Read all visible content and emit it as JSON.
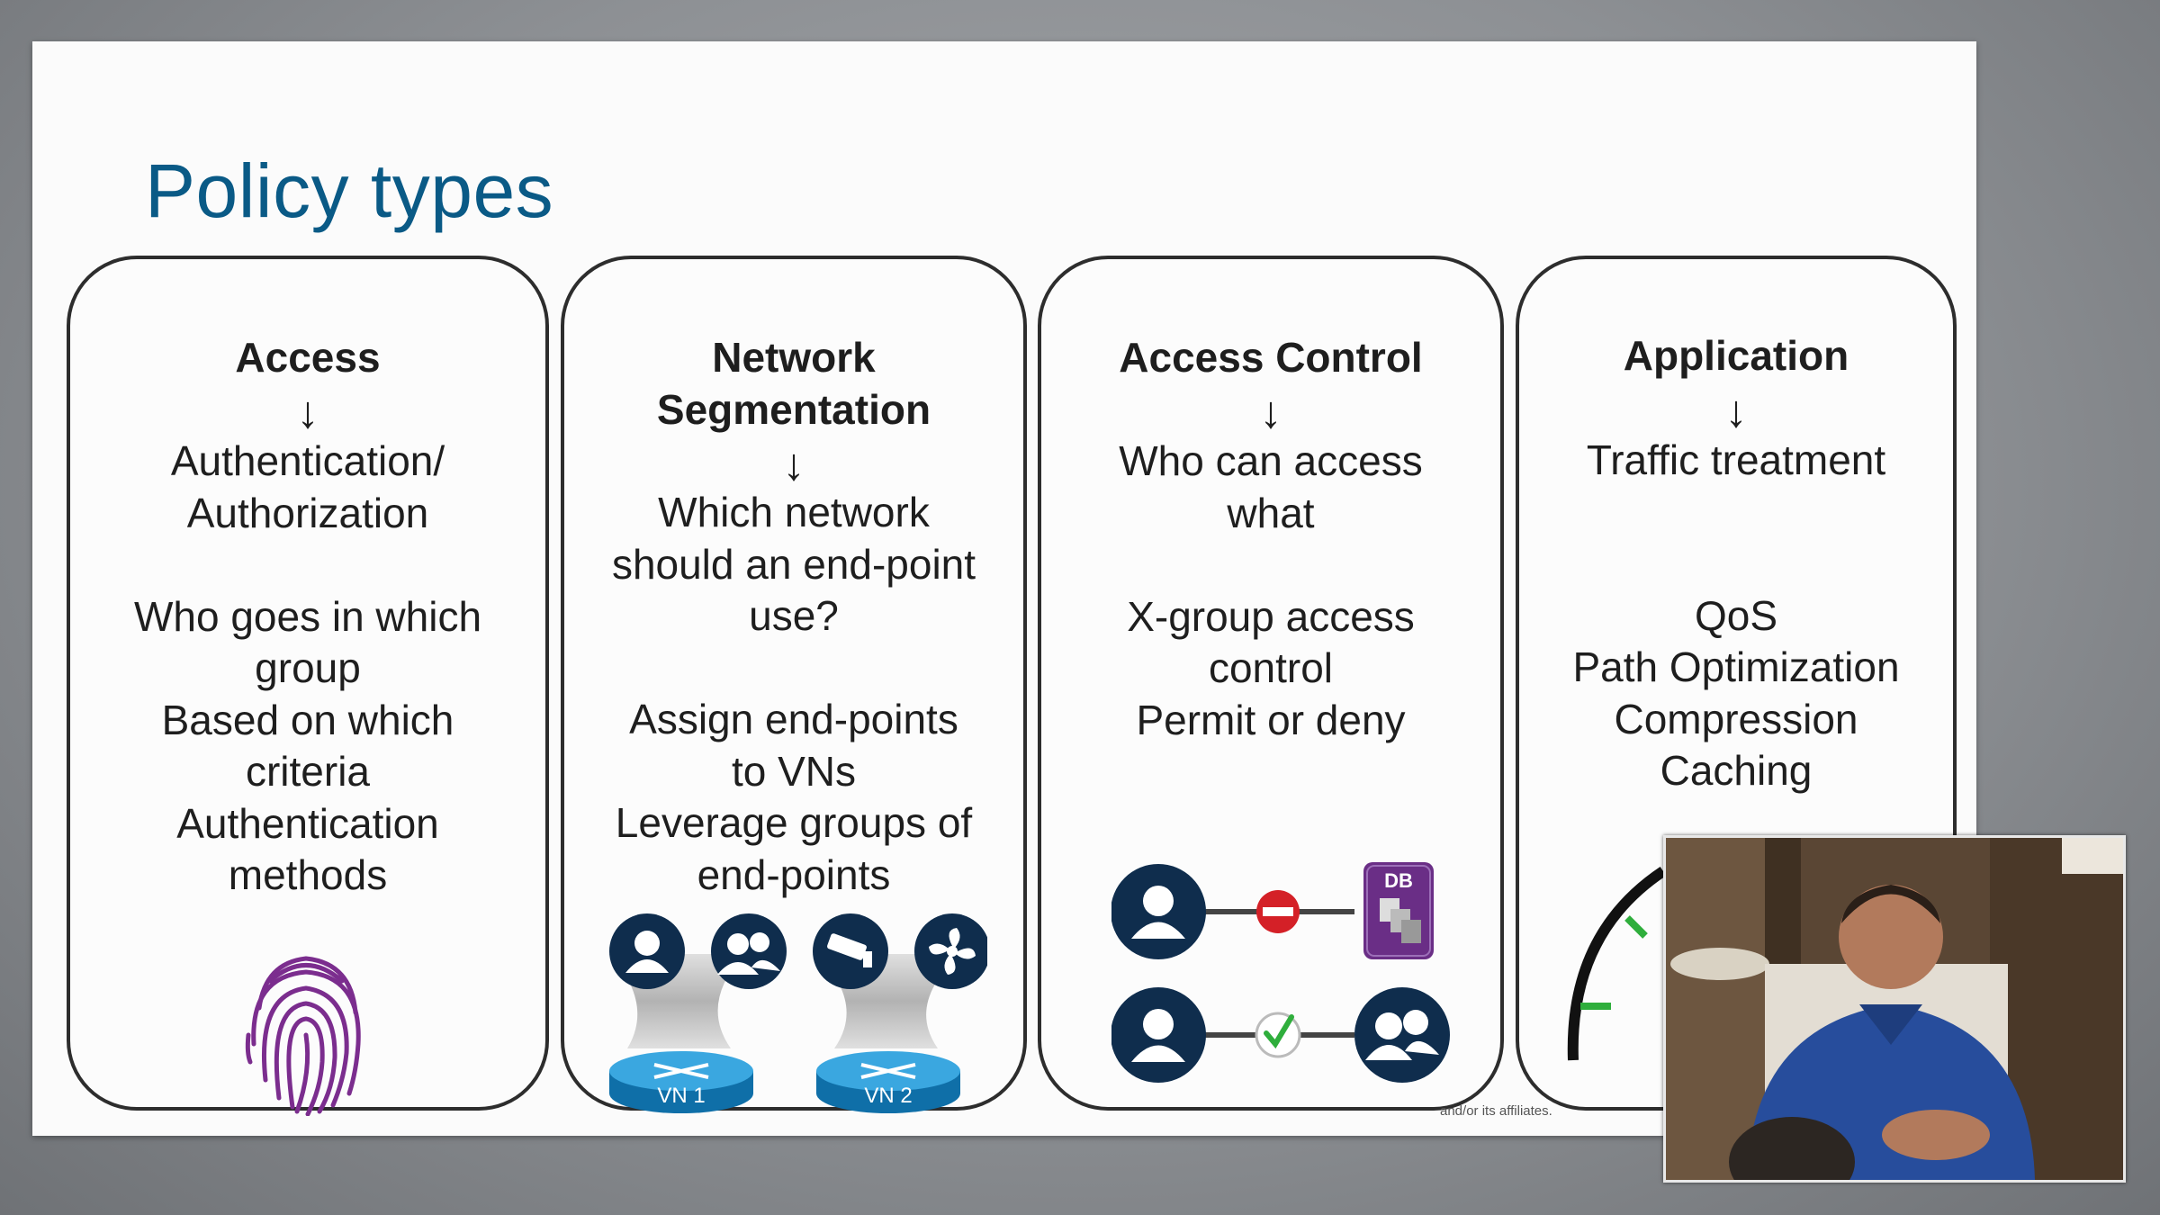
{
  "slide": {
    "title": "Policy types",
    "footer_right": "and/or its affiliates."
  },
  "cards": [
    {
      "heading": "Access",
      "arrow": "↓",
      "lines": [
        "Authentication/",
        "Authorization",
        "",
        "Who goes in which",
        "group",
        "Based on which",
        "criteria",
        "Authentication",
        "methods"
      ],
      "icon": "fingerprint-icon"
    },
    {
      "heading_lines": [
        "Network",
        "Segmentation"
      ],
      "arrow": "↓",
      "lines": [
        "Which network",
        "should an end-point",
        "use?",
        "",
        "Assign end-points",
        "to VNs",
        "Leverage groups of",
        "end-points"
      ],
      "icons": [
        "user-icon",
        "user-group-icon",
        "camera-icon",
        "fan-icon"
      ],
      "vn_labels": [
        "VN 1",
        "VN 2"
      ]
    },
    {
      "heading": "Access Control",
      "arrow": "↓",
      "lines": [
        "Who can access",
        "what",
        "",
        "X-group access",
        "control",
        "Permit or deny"
      ],
      "db_label": "DB"
    },
    {
      "heading": "Application",
      "arrow": "↓",
      "lines": [
        "Traffic treatment",
        "",
        "",
        "QoS",
        "Path Optimization",
        "Compression",
        "Caching"
      ],
      "icon": "speedometer-icon"
    }
  ],
  "colors": {
    "title": "#0a5a86",
    "icon_navy": "#0f2d4d",
    "fingerprint": "#7b2d8e",
    "router": "#1a8fd0",
    "deny": "#d42027",
    "permit": "#2fae3c",
    "db": "#6a2e86"
  }
}
